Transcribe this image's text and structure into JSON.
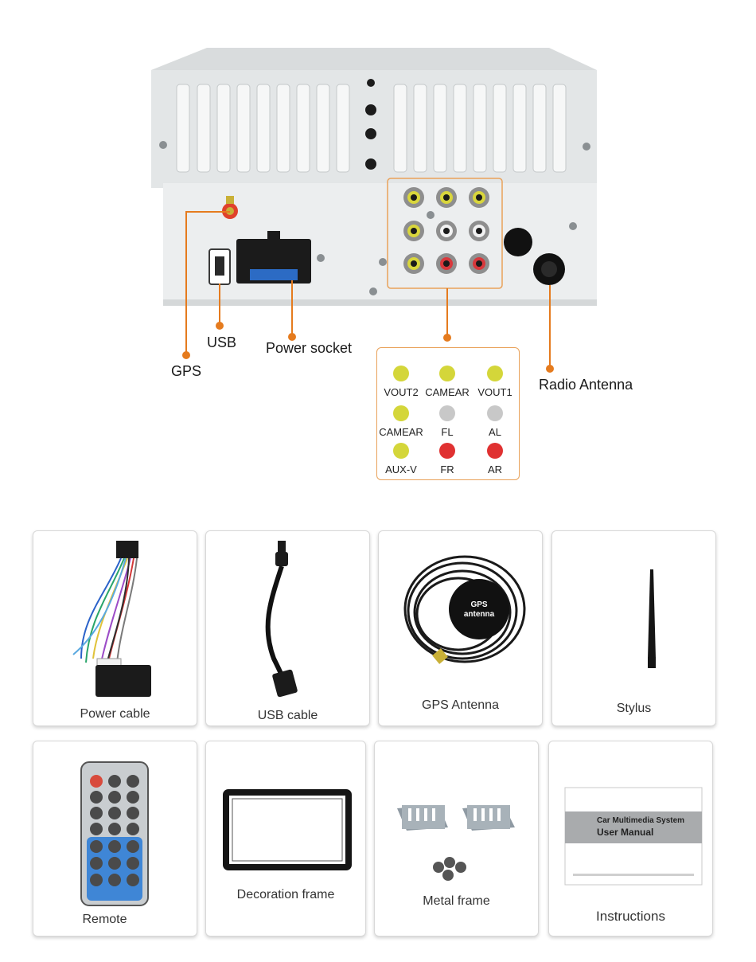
{
  "callouts": {
    "gps": "GPS",
    "usb": "USB",
    "power_socket": "Power socket",
    "radio_antenna": "Radio Antenna"
  },
  "rca_legend": [
    {
      "label": "VOUT2",
      "color": "#d4d63a"
    },
    {
      "label": "CAMEAR",
      "color": "#d4d63a"
    },
    {
      "label": "VOUT1",
      "color": "#d4d63a"
    },
    {
      "label": "CAMEAR",
      "color": "#d4d63a"
    },
    {
      "label": "FL",
      "color": "#c8c8c8"
    },
    {
      "label": "AL",
      "color": "#c8c8c8"
    },
    {
      "label": "AUX-V",
      "color": "#d4d63a"
    },
    {
      "label": "FR",
      "color": "#e03131"
    },
    {
      "label": "AR",
      "color": "#e03131"
    }
  ],
  "accessories": [
    {
      "caption": "Power cable"
    },
    {
      "caption": "USB cable"
    },
    {
      "caption": "GPS Antenna",
      "product_text_1": "GPS",
      "product_text_2": "antenna"
    },
    {
      "caption": "Stylus"
    },
    {
      "caption": "Remote"
    },
    {
      "caption": "Decoration frame"
    },
    {
      "caption": "Metal frame"
    },
    {
      "caption": "Instructions",
      "manual_line_1": "Car Multimedia System",
      "manual_line_2": "User Manual"
    }
  ],
  "colors": {
    "accent_orange": "#e57b1e",
    "rca_yellow": "#d4d63a",
    "rca_white": "#c8c8c8",
    "rca_red": "#e03131",
    "remote_blue": "#3f86d6"
  }
}
